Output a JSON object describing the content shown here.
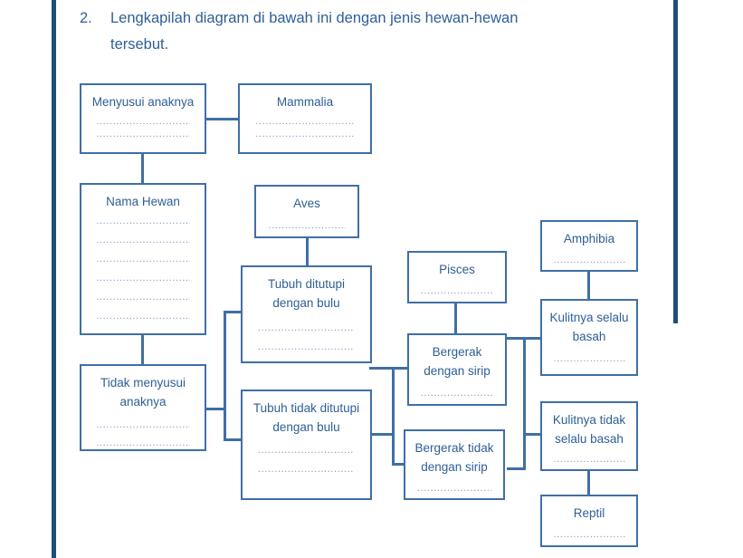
{
  "page": {
    "side_rule_color": "#1f4e79",
    "box_border_color": "#3f6fa5",
    "text_color": "#2e5f96",
    "dotted_fill": "................................................"
  },
  "question": {
    "number": "2.",
    "text": "Lengkapilah diagram di bawah ini dengan jenis hewan-hewan",
    "text_line2": "tersebut."
  },
  "diagram": {
    "type": "classification-tree",
    "boxes": [
      {
        "id": "menyusui-anaknya",
        "label": "Menyusui anaknya",
        "blanks": 2
      },
      {
        "id": "mammalia",
        "label": "Mammalia",
        "blanks": 2
      },
      {
        "id": "nama-hewan",
        "label": "Nama Hewan",
        "blanks": 6
      },
      {
        "id": "tidak-menyusui-anaknya",
        "label": "Tidak menyusui anaknya",
        "blanks": 2
      },
      {
        "id": "aves",
        "label": "Aves",
        "blanks": 1
      },
      {
        "id": "tubuh-ditutupi-bulu",
        "label": "Tubuh ditutupi dengan bulu",
        "blanks": 2
      },
      {
        "id": "tubuh-tidak-ditutupi",
        "label": "Tubuh tidak ditutupi dengan bulu",
        "blanks": 2
      },
      {
        "id": "pisces",
        "label": "Pisces",
        "blanks": 1
      },
      {
        "id": "bergerak-dengan-sirip",
        "label": "Bergerak dengan sirip",
        "blanks": 1
      },
      {
        "id": "bergerak-tidak-sirip",
        "label": "Bergerak tidak dengan sirip",
        "blanks": 1
      },
      {
        "id": "amphibia",
        "label": "Amphibia",
        "blanks": 1
      },
      {
        "id": "kulitnya-selalu-basah",
        "label": "Kulitnya selalu basah",
        "blanks": 1
      },
      {
        "id": "kulitnya-tidak-basah",
        "label": "Kulitnya tidak selalu basah",
        "blanks": 1
      },
      {
        "id": "reptil",
        "label": "Reptil",
        "blanks": 1
      }
    ]
  }
}
